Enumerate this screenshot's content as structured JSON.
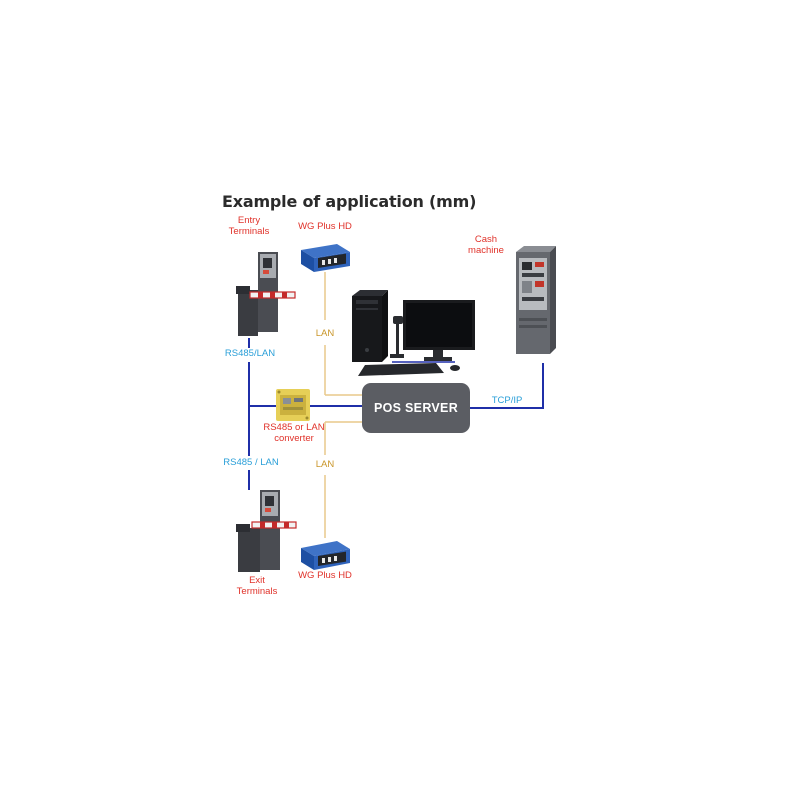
{
  "title": "Example of application (mm)",
  "labels": {
    "entry_terminals": "Entry\nTerminals",
    "wg_plus_hd_top": "WG Plus HD",
    "cash_machine": "Cash\nmachine",
    "lan_top": "LAN",
    "rs485_lan_top": "RS485/LAN",
    "pos_server": "POS SERVER",
    "tcp_ip": "TCP/IP",
    "converter": "RS485 or LAN\nconverter",
    "rs485_lan_bottom": "RS485 / LAN",
    "lan_bottom": "LAN",
    "wg_plus_hd_bottom": "WG Plus HD",
    "exit_terminals": "Exit\nTerminals"
  },
  "colors": {
    "device_label": "#e0322a",
    "bus_label": "#2a9fd8",
    "lan_label": "#c9962a",
    "bus_line": "#1f2fa8",
    "lan_line": "#e8c98a",
    "server_fill": "#5b5d63"
  }
}
